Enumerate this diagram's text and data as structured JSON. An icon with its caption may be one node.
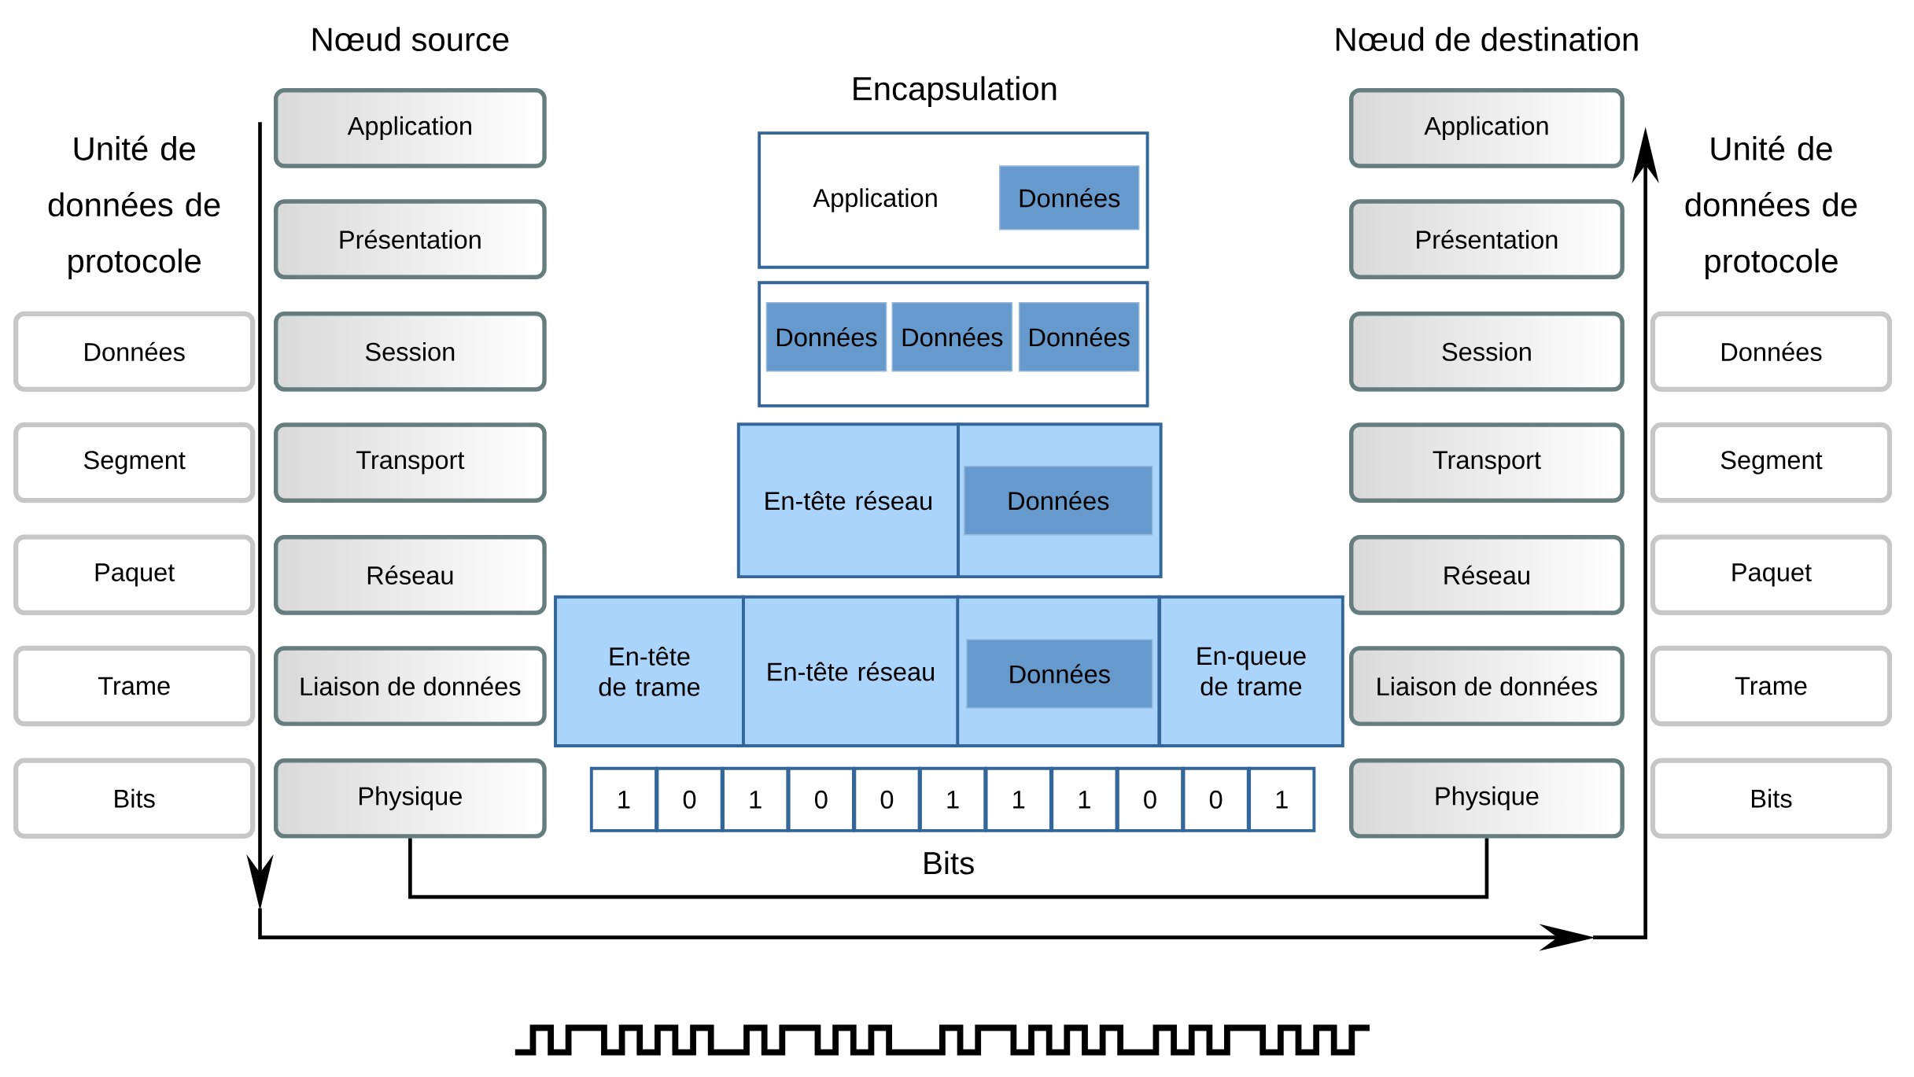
{
  "diagram": {
    "nodes": [
      {
        "text": [
          "Données"
        ]
      },
      {
        "text": [
          "Segment"
        ]
      },
      {
        "text": [
          "Paquet"
        ]
      },
      {
        "text": [
          "Trame"
        ]
      },
      {
        "text": [
          "Bits"
        ]
      },
      {
        "text": [
          "Application"
        ]
      },
      {
        "text": [
          "Présentation"
        ]
      },
      {
        "text": [
          "Session"
        ]
      },
      {
        "text": [
          "Transport"
        ]
      },
      {
        "text": [
          "Réseau"
        ]
      },
      {
        "text": [
          "Liaison de données"
        ]
      },
      {
        "text": [
          "Physique"
        ]
      },
      {
        "text": [
          "Application"
        ]
      },
      {
        "text": [
          "Présentation"
        ]
      },
      {
        "text": [
          "Session"
        ]
      },
      {
        "text": [
          "Transport"
        ]
      },
      {
        "text": [
          "Réseau"
        ]
      },
      {
        "text": [
          "Liaison de données"
        ]
      },
      {
        "text": [
          "Physique"
        ]
      },
      {
        "text": [
          "Données"
        ]
      },
      {
        "text": [
          "Segment"
        ]
      },
      {
        "text": [
          "Paquet"
        ]
      },
      {
        "text": [
          "Trame"
        ]
      },
      {
        "text": [
          "Bits"
        ]
      },
      {
        "text": [
          "Application"
        ]
      },
      {
        "text": [
          "Données"
        ],
        "in": 24
      },
      {
        "text": [],
        "shape": "box"
      },
      {
        "text": [
          "Données"
        ],
        "in": 26
      },
      {
        "text": [
          "Données"
        ],
        "in": 26
      },
      {
        "text": [
          "Données"
        ],
        "in": 26
      },
      {
        "text": [
          "En-tête réseau"
        ]
      },
      {
        "text": [],
        "shape": "box"
      },
      {
        "text": [
          "Données"
        ],
        "in": 31
      },
      {
        "text": [
          "En-tête de trame"
        ]
      },
      {
        "text": [
          "En-tête réseau"
        ]
      },
      {
        "text": [],
        "shape": "box"
      },
      {
        "text": [
          "Données"
        ],
        "in": 35
      },
      {
        "text": [
          "En-queue de trame"
        ]
      },
      {
        "text": [
          "1"
        ]
      },
      {
        "text": [
          "0"
        ]
      },
      {
        "text": [
          "1"
        ]
      },
      {
        "text": [
          "0"
        ]
      },
      {
        "text": [
          "0"
        ]
      },
      {
        "text": [
          "1"
        ]
      },
      {
        "text": [
          "1"
        ]
      },
      {
        "text": [
          "1"
        ]
      },
      {
        "text": [
          "0"
        ]
      },
      {
        "text": [
          "0"
        ]
      },
      {
        "text": [
          "1"
        ]
      }
    ],
    "edges": [
      {
        "from": 11,
        "to": 18,
        "arrow": "none",
        "label": "Bits"
      }
    ],
    "labels": [
      "Nœud source",
      "Nœud de destination",
      "Encapsulation",
      "Unité de données de protocole",
      "Unité de données de protocole"
    ]
  }
}
